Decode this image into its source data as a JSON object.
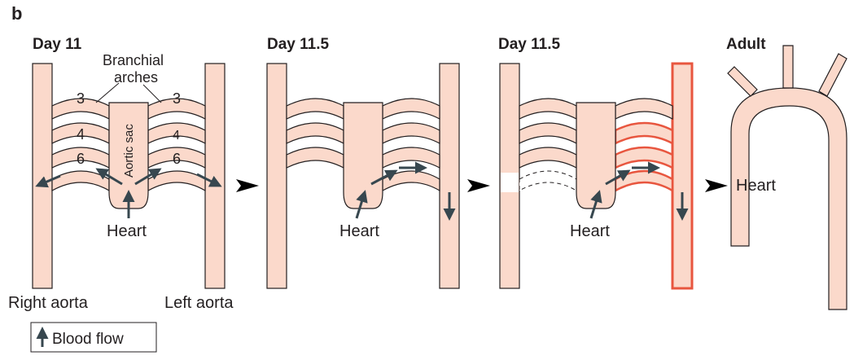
{
  "panel_letter": "b",
  "panels": [
    {
      "title": "Day 11"
    },
    {
      "title": "Day 11.5"
    },
    {
      "title": "Day 11.5"
    },
    {
      "title": "Adult"
    }
  ],
  "labels": {
    "branchial_arches_line1": "Branchial",
    "branchial_arches_line2": "arches",
    "aortic_sac": "Aortic sac",
    "arch_numbers_left": [
      "3",
      "4",
      "6"
    ],
    "arch_numbers_right": [
      "3",
      "4",
      "6"
    ],
    "heart": "Heart",
    "right_aorta": "Right aorta",
    "left_aorta": "Left aorta"
  },
  "legend": {
    "blood_flow": "Blood flow"
  },
  "colors": {
    "vessel_fill": "#fbd9cb",
    "vessel_stroke": "#231f20",
    "highlight": "#e8563f",
    "arrow": "#37474f",
    "transition_arrow": "#000000"
  }
}
